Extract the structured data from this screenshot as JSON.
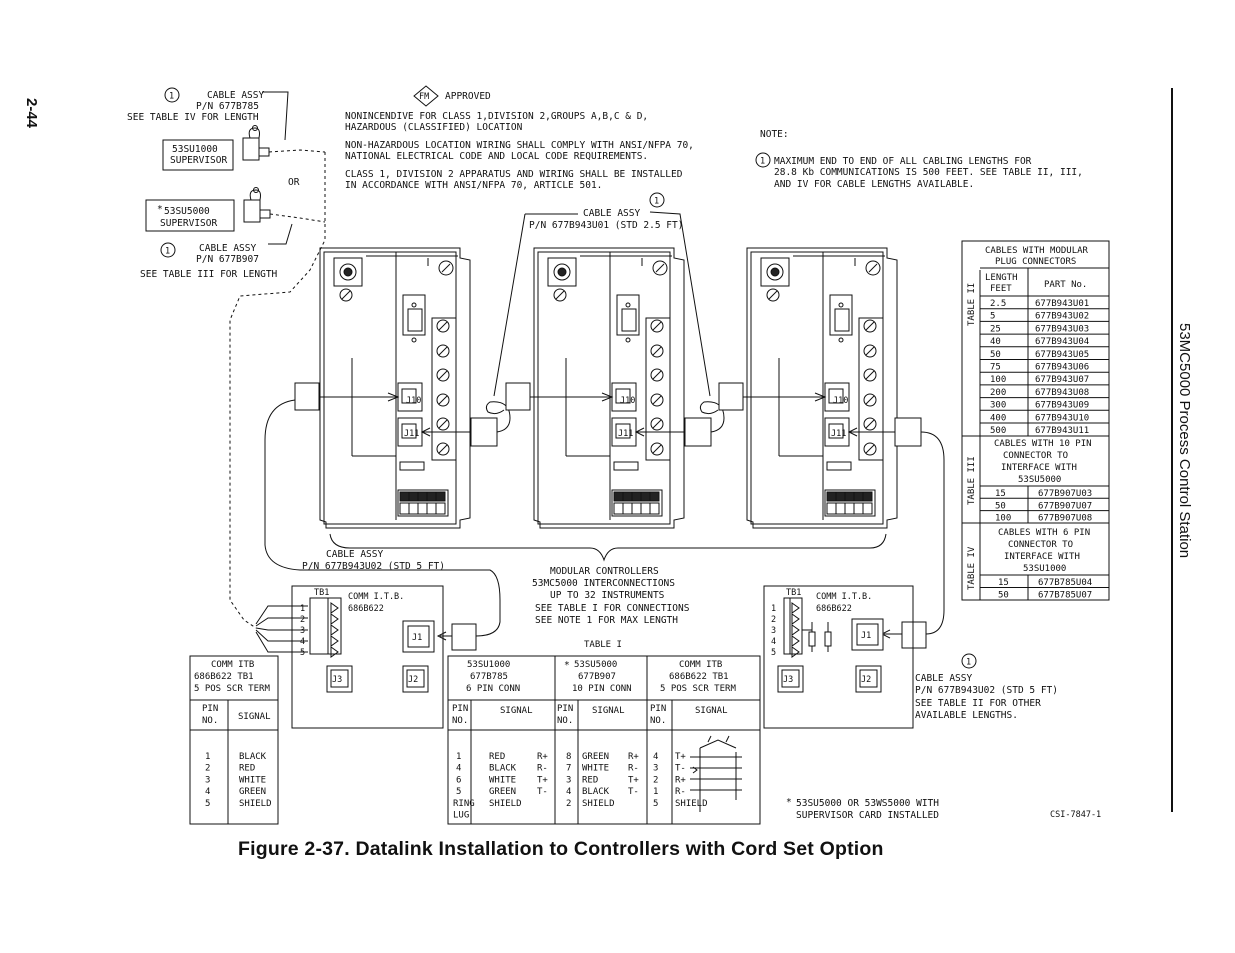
{
  "page": {
    "page_number": "2-44",
    "side_title": "53MC5000 Process Control Station",
    "figure_caption": "Figure 2-37.  Datalink Installation to Controllers with Cord Set Option"
  },
  "approval": {
    "fm_mark": "FM",
    "approved": "APPROVED",
    "lines": [
      "NONINCENDIVE FOR CLASS 1,DIVISION 2,GROUPS A,B,C & D,",
      "HAZARDOUS (CLASSIFIED) LOCATION",
      "NON-HAZARDOUS LOCATION WIRING SHALL COMPLY WITH ANSI/NFPA 70,",
      "NATIONAL ELECTRICAL CODE AND LOCAL CODE REQUIREMENTS.",
      "CLASS 1, DIVISION 2 APPARATUS AND WIRING SHALL BE INSTALLED",
      "IN ACCORDANCE WITH ANSI/NFPA 70, ARTICLE 501."
    ]
  },
  "note": {
    "heading": "NOTE:",
    "number": "1",
    "lines": [
      "MAXIMUM END TO END OF ALL CABLING LENGTHS FOR",
      "28.8 Kb COMMUNICATIONS IS 500 FEET. SEE TABLE II, III,",
      "AND IV FOR CABLE LENGTHS AVAILABLE."
    ]
  },
  "supervisors": {
    "cable1_num": "1",
    "cable1_lines": [
      "CABLE ASSY",
      "P/N 677B785",
      "SEE TABLE IV FOR LENGTH"
    ],
    "sup1_lines": [
      "53SU1000",
      "SUPERVISOR"
    ],
    "or": "OR",
    "sup2_lines": [
      "53SU5000",
      "SUPERVISOR"
    ],
    "asterisk": "*",
    "cable2_num": "1",
    "cable2_lines": [
      "CABLE ASSY",
      "P/N 677B907",
      "SEE TABLE III FOR LENGTH"
    ]
  },
  "cable_top": {
    "num": "1",
    "lines": [
      "CABLE ASSY",
      "P/N 677B943U01 (STD 2.5 FT)"
    ]
  },
  "controller": {
    "j10": "J10",
    "j11": "J11"
  },
  "cable_bottom_left": {
    "lines": [
      "CABLE ASSY",
      "P/N 677B943U02 (STD 5 FT)"
    ]
  },
  "modular": {
    "lines": [
      "MODULAR CONTROLLERS",
      "53MC5000 INTERCONNECTIONS",
      "UP TO 32 INSTRUMENTS",
      "SEE TABLE I FOR CONNECTIONS",
      "SEE NOTE 1 FOR MAX LENGTH"
    ]
  },
  "comm_itb": {
    "tb1": "TB1",
    "lines": [
      "COMM I.T.B.",
      "686B622"
    ],
    "j1": "J1",
    "j2": "J2",
    "j3": "J3",
    "pins": [
      "1",
      "2",
      "3",
      "4",
      "5"
    ]
  },
  "cable_right": {
    "num": "1",
    "lines": [
      "CABLE ASSY",
      "P/N 677B943U02 (STD 5 FT)",
      "SEE TABLE II FOR OTHER",
      "AVAILABLE LENGTHS."
    ]
  },
  "right_tables": {
    "table2": {
      "side": "TABLE II",
      "header": [
        "CABLES WITH MODULAR",
        "PLUG CONNECTORS"
      ],
      "col1": [
        "LENGTH",
        "FEET"
      ],
      "col2": "PART No.",
      "rows": [
        [
          "2.5",
          "677B943U01"
        ],
        [
          "5",
          "677B943U02"
        ],
        [
          "25",
          "677B943U03"
        ],
        [
          "40",
          "677B943U04"
        ],
        [
          "50",
          "677B943U05"
        ],
        [
          "75",
          "677B943U06"
        ],
        [
          "100",
          "677B943U07"
        ],
        [
          "200",
          "677B943U08"
        ],
        [
          "300",
          "677B943U09"
        ],
        [
          "400",
          "677B943U10"
        ],
        [
          "500",
          "677B943U11"
        ]
      ]
    },
    "table3": {
      "side": "TABLE III",
      "header": [
        "CABLES WITH 10 PIN",
        "CONNECTOR TO",
        "INTERFACE WITH",
        "53SU5000"
      ],
      "rows": [
        [
          "15",
          "677B907U03"
        ],
        [
          "50",
          "677B907U07"
        ],
        [
          "100",
          "677B907U08"
        ]
      ]
    },
    "table4": {
      "side": "TABLE IV",
      "header": [
        "CABLES WITH 6 PIN",
        "CONNECTOR TO",
        "INTERFACE WITH",
        "53SU1000"
      ],
      "rows": [
        [
          "15",
          "677B785U04"
        ],
        [
          "50",
          "677B785U07"
        ]
      ]
    }
  },
  "left_table": {
    "header": [
      "COMM ITB",
      "686B622  TB1",
      "5 POS SCR TERM"
    ],
    "col_pin": [
      "PIN",
      "NO."
    ],
    "col_signal": "SIGNAL",
    "pins": [
      "1",
      "2",
      "3",
      "4",
      "5"
    ],
    "signals": [
      "BLACK",
      "RED",
      "WHITE",
      "GREEN",
      "SHIELD"
    ]
  },
  "table1": {
    "title": "TABLE I",
    "g1_header": [
      "53SU1000",
      "677B785",
      "6 PIN CONN"
    ],
    "g2_header": [
      "53SU5000",
      "677B907",
      "10 PIN CONN"
    ],
    "g3_header": [
      "COMM ITB",
      "686B622  TB1",
      "5 POS SCR TERM"
    ],
    "pin_no": [
      "PIN",
      "NO."
    ],
    "signal": "SIGNAL",
    "g1_pins": [
      "1",
      "4",
      "6",
      "5",
      "RING",
      "LUG"
    ],
    "g1_signals": [
      "RED",
      "BLACK",
      "WHITE",
      "GREEN",
      "SHIELD"
    ],
    "g1_marks": [
      "R+",
      "R-",
      "T+",
      "T-"
    ],
    "g2_pins": [
      "8",
      "7",
      "3",
      "4",
      "2"
    ],
    "g2_signals": [
      "GREEN",
      "WHITE",
      "RED",
      "BLACK",
      "SHIELD"
    ],
    "g2_marks": [
      "R+",
      "R-",
      "T+",
      "T-"
    ],
    "g3_pins": [
      "4",
      "3",
      "2",
      "1",
      "5"
    ],
    "g3_signals": [
      "T+",
      "T-",
      "R+",
      "R-",
      "SHIELD"
    ]
  },
  "footnote": {
    "lines": [
      "53SU5000 OR 53WS5000 WITH",
      "SUPERVISOR CARD INSTALLED"
    ],
    "drawing_no": "CSI-7847-1"
  }
}
